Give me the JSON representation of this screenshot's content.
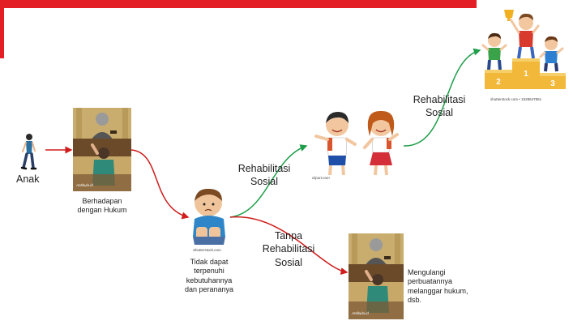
{
  "colors": {
    "accent": "#e31e24",
    "red_arrow": "#d01c1c",
    "green_arrow": "#1f9e4a"
  },
  "labels": {
    "anak": "Anak",
    "berhadapan": [
      "Berhadapan",
      "dengan Hukum"
    ],
    "tidak": [
      "Tidak dapat",
      "terpenuhi",
      "kebutuhannya",
      "dan perananya"
    ],
    "rehab1": [
      "Rehabilitasi",
      "Sosial"
    ],
    "tanpa": [
      "Tanpa",
      "Rehabilitasi",
      "Sosial"
    ],
    "rehab2": [
      "Rehabilitasi",
      "Sosial"
    ],
    "mengulangi": [
      "Mengulangi",
      "perbuatannya",
      "melanggar hukum,",
      "dsb."
    ]
  },
  "watermarks": {
    "court1": "Antikula.id",
    "boy": "Shutterstock.com",
    "kids": "clipart.com",
    "court2": "Antikula.id",
    "podium": "shutterstock.com • 1528647851"
  },
  "podium_numbers": [
    "1",
    "2",
    "3"
  ],
  "icons": [
    "walking-person",
    "courtroom-image",
    "sad-boy-image",
    "happy-kids-image",
    "podium-image",
    "courtroom-image"
  ]
}
